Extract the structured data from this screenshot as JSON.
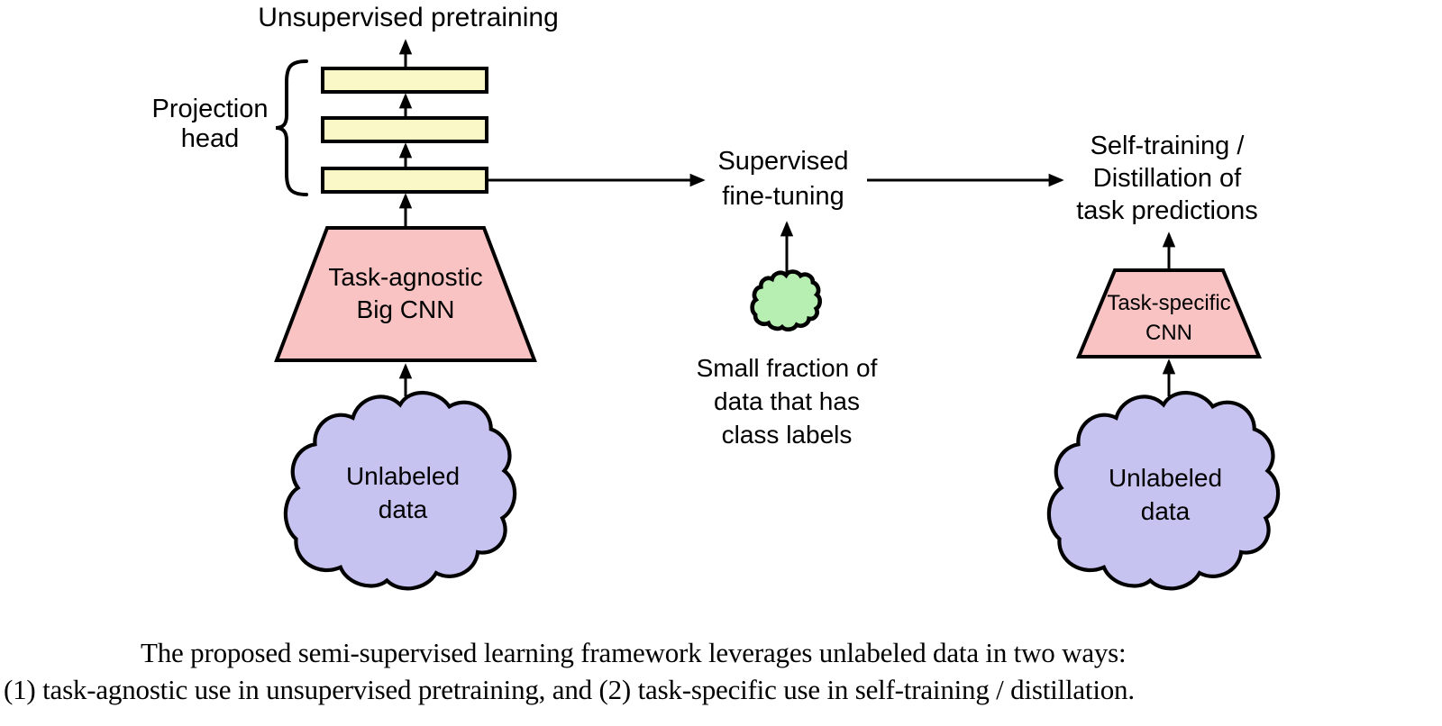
{
  "labels": {
    "unsupervised_pretraining": "Unsupervised pretraining",
    "projection_head": "Projection\nhead",
    "task_agnostic_cnn": "Task-agnostic\nBig CNN",
    "unlabeled_data_left": "Unlabeled\ndata",
    "supervised_finetuning": "Supervised\nfine-tuning",
    "small_fraction": "Small fraction of\ndata that has\nclass labels",
    "self_training": "Self-training /\nDistillation of\ntask predictions",
    "task_specific_cnn": "Task-specific\nCNN",
    "unlabeled_data_right": "Unlabeled\ndata"
  },
  "caption": {
    "text": "The proposed semi-supervised learning framework leverages unlabeled data in two ways:\n(1) task-agnostic use in unsupervised pretraining, and (2) task-specific use in self-training / distillation."
  },
  "colors": {
    "projection_layer_fill": "#FAF8C6",
    "cnn_fill": "#F8C3C2",
    "unlabeled_cloud_fill": "#C7C3F1",
    "labeled_cloud_fill": "#B6EFB1",
    "outline": "#000000"
  }
}
